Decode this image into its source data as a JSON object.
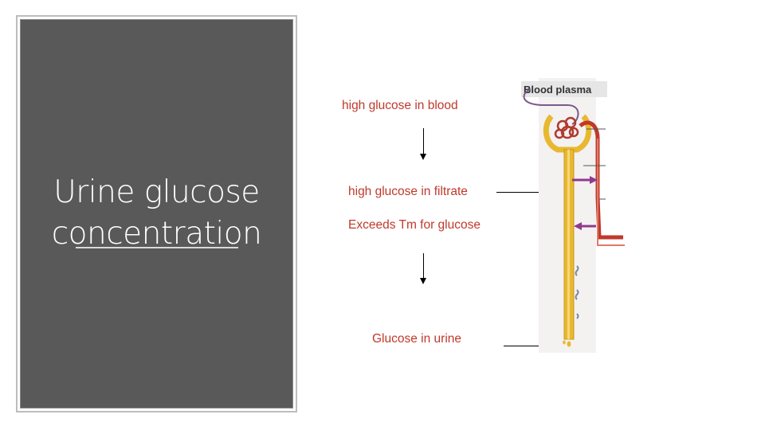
{
  "slide": {
    "title": "Urine glucose\nconcentration"
  },
  "flow": {
    "step_1": "high glucose in blood",
    "step_2": "high glucose in filtrate",
    "step_3": "Exceeds Tm for glucose",
    "step_4": "Glucose in urine"
  },
  "diagram": {
    "label_blood_plasma": "Blood plasma"
  },
  "colors": {
    "panel_bg": "#595959",
    "text_red": "#c0392b",
    "tubule_yellow": "#e8b830",
    "vessel_red": "#c0392b",
    "arrow_purple": "#8e3a8e"
  }
}
